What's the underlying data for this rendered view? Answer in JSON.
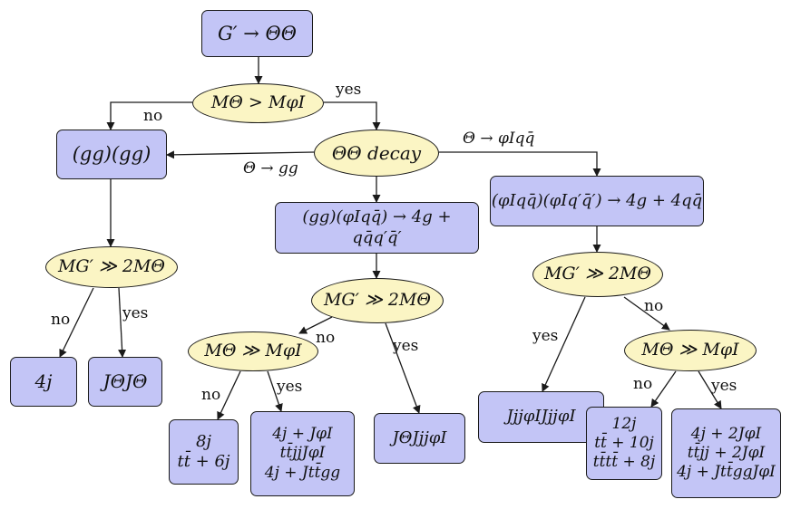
{
  "nodes": {
    "root": "G′ → ΘΘ",
    "q_mass": "MΘ > MφI",
    "decay": "ΘΘ decay",
    "gggg": "(gg)(gg)",
    "mixed": "(gg)(φIqq̄) → 4g + qq̄q′q̄′",
    "right": "(φIqq̄)(φIq′q̄′) → 4g + 4qq̄",
    "left_boost": "MG′ ≫ 2MΘ",
    "mid_boost": "MG′ ≫ 2MΘ",
    "right_boost": "MG′ ≫ 2MΘ",
    "mid_mass": "MΘ ≫ MφI",
    "right_mass": "MΘ ≫ MφI"
  },
  "leaves": {
    "l_4j": [
      "4j"
    ],
    "l_JJ": [
      "JΘJΘ"
    ],
    "m_no": [
      "8j",
      "tt̄ + 6j"
    ],
    "m_yes": [
      "4j + JφI",
      "tt̄jjJφI",
      "4j + Jtt̄gg"
    ],
    "m_boost_yes": [
      "JΘJjjφI"
    ],
    "r_boost_yes": [
      "JjjφIJjjφI"
    ],
    "r_no": [
      "12j",
      "tt̄ + 10j",
      "tt̄tt̄ + 8j"
    ],
    "r_yes": [
      "4j + 2JφI",
      "tt̄jj + 2JφI",
      "4j + Jtt̄ggJφI"
    ]
  },
  "edges": {
    "no": "no",
    "yes": "yes",
    "to_gg": "Θ → gg",
    "to_phi": "Θ → φIqq̄"
  },
  "colors": {
    "box_fill": "#c3c5f6",
    "ellipse_fill": "#fbf5c4",
    "stroke": "#1a1a1a"
  }
}
